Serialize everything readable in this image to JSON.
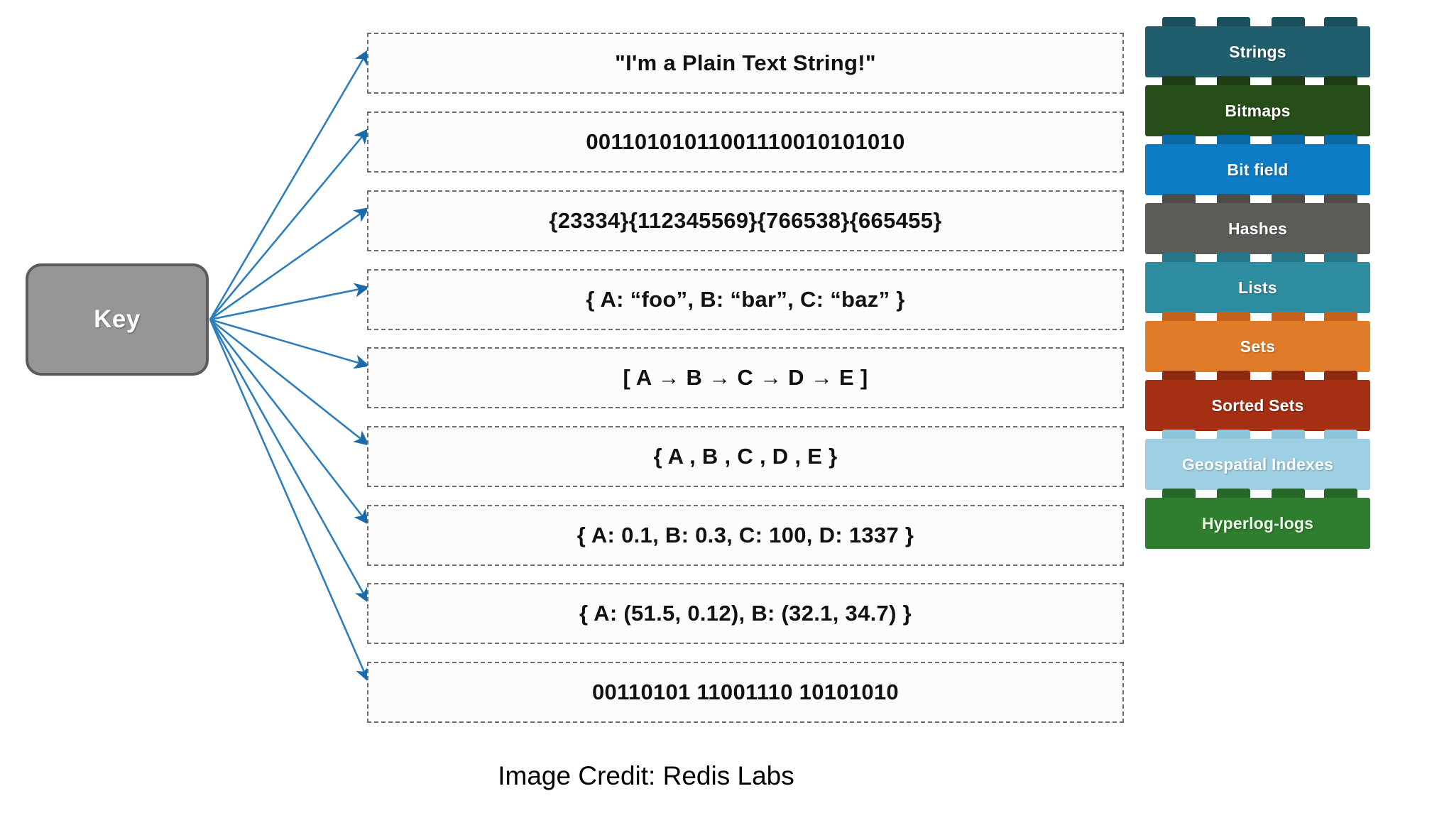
{
  "diagram": {
    "key_node": {
      "label": "Key",
      "fill": "#969696",
      "border": "#5b5b5b",
      "text_color": "#ffffff"
    },
    "arrow_color": "#2e7ebb",
    "value_box": {
      "border_color": "#6d6d6d",
      "fill": "#fdfcfb"
    },
    "rows": [
      {
        "value": "\"I'm a Plain Text String!\"",
        "brick_label": "Strings",
        "brick_color": "#205e6e",
        "stud_color": "#1b4f5c",
        "label_color": "#ffffff"
      },
      {
        "value": "00110101011001110010101010",
        "brick_label": "Bitmaps",
        "brick_color": "#274d19",
        "stud_color": "#1f3d14",
        "label_color": "#ffffff"
      },
      {
        "value": "{23334}{112345569}{766538}{665455}",
        "brick_label": "Bit field",
        "brick_color": "#0d7cc4",
        "stud_color": "#0a68a5",
        "label_color": "#ffffff"
      },
      {
        "value": "{ A: “foo”, B: “bar”, C: “baz”  }",
        "brick_label": "Hashes",
        "brick_color": "#5d5b58",
        "stud_color": "#4e4c49",
        "label_color": "#ffffff"
      },
      {
        "value": "[ A → B → C → D → E ]",
        "brick_label": "Lists",
        "brick_color": "#2e8ca0",
        "stud_color": "#26768a",
        "label_color": "#ffffff"
      },
      {
        "value": "{ A , B , C , D , E }",
        "brick_label": "Sets",
        "brick_color": "#e07b2a",
        "stud_color": "#c4611c",
        "label_color": "#ffffff"
      },
      {
        "value": "{ A: 0.1, B: 0.3, C: 100, D: 1337 }",
        "brick_label": "Sorted Sets",
        "brick_color": "#a42f12",
        "stud_color": "#8d2a10",
        "label_color": "#ffffff"
      },
      {
        "value": "{ A: (51.5, 0.12), B: (32.1, 34.7)  }",
        "brick_label": "Geospatial Indexes",
        "brick_color": "#9ed0e4",
        "stud_color": "#8cc5dc",
        "label_color": "#ffffff"
      },
      {
        "value": "00110101 11001110 10101010",
        "brick_label": "Hyperlog-logs",
        "brick_color": "#2f7d2f",
        "stud_color": "#27682a",
        "label_color": "#eaf7e6"
      }
    ],
    "caption": "Image Credit: Redis Labs"
  }
}
